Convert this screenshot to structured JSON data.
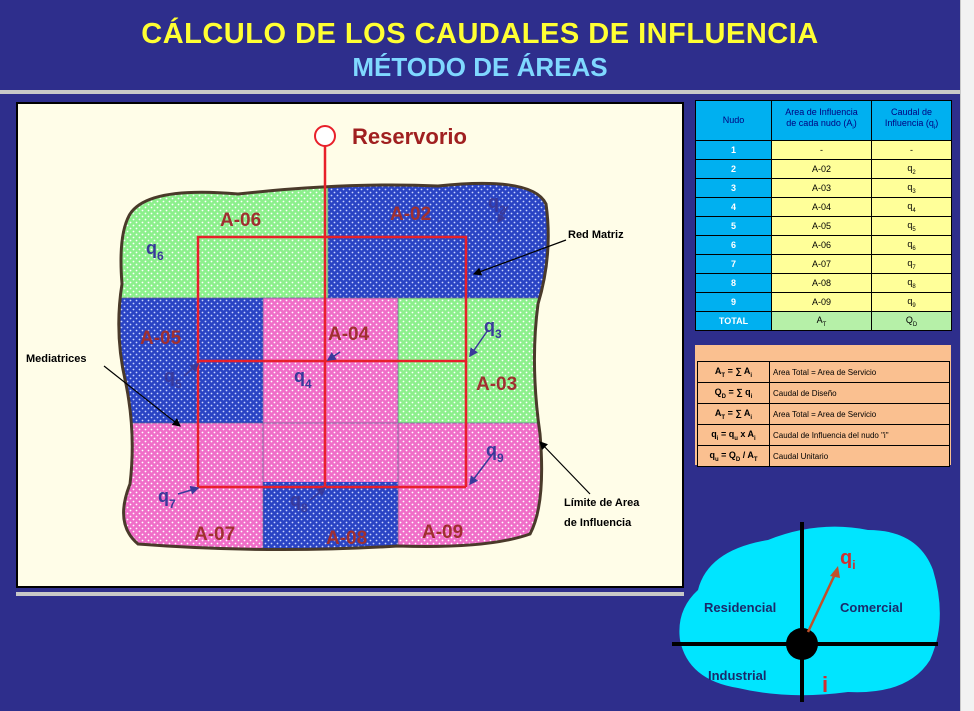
{
  "title_line1": "CÁLCULO DE LOS  CAUDALES DE INFLUENCIA",
  "title_line2": "MÉTODO DE ÁREAS",
  "colors": {
    "background": "#2e2e8c",
    "title1": "#ffff33",
    "title2": "#7fd8ff",
    "green_area": "#78e878",
    "blue_area": "#2a44c4",
    "pink_area": "#f070c8",
    "network": "#e8202a",
    "table_header": "#00b0f0",
    "table_cell": "#ffff99",
    "formula_bg": "#fac090",
    "inset_region": "#00e5ff"
  },
  "diagram": {
    "reservoir_label": "Reservorio",
    "area_labels": [
      "A-06",
      "A-02",
      "A-05",
      "A-04",
      "A-03",
      "A-07",
      "A-08",
      "A-09"
    ],
    "flow_labels": {
      "q6": {
        "base": "q",
        "sub": "6"
      },
      "q2": {
        "base": "q",
        "sub": "2"
      },
      "q3": {
        "base": "q",
        "sub": "3"
      },
      "q5": {
        "base": "q",
        "sub": "5"
      },
      "q4": {
        "base": "q",
        "sub": "4"
      },
      "q9": {
        "base": "q",
        "sub": "9"
      },
      "q7": {
        "base": "q",
        "sub": "7"
      },
      "q8": {
        "base": "q",
        "sub": "8"
      }
    },
    "callout_red_matriz": "Red  Matriz",
    "callout_mediatrices": "Mediatrices",
    "callout_limite_1": "Límite de Area",
    "callout_limite_2": "de Influencia"
  },
  "table": {
    "headers": [
      [
        "Nudo"
      ],
      [
        "Area de Influencia",
        "de cada nudo (A",
        "i",
        ")"
      ],
      [
        "Caudal de",
        "Influencia (q",
        "i",
        ")"
      ]
    ],
    "rows": [
      {
        "nudo": "1",
        "area": "-",
        "caudal": "-"
      },
      {
        "nudo": "2",
        "area": "A-02",
        "caudal": "q",
        "caudal_sub": "2"
      },
      {
        "nudo": "3",
        "area": "A-03",
        "caudal": "q",
        "caudal_sub": "3"
      },
      {
        "nudo": "4",
        "area": "A-04",
        "caudal": "q",
        "caudal_sub": "4"
      },
      {
        "nudo": "5",
        "area": "A-05",
        "caudal": "q",
        "caudal_sub": "5"
      },
      {
        "nudo": "6",
        "area": "A-06",
        "caudal": "q",
        "caudal_sub": "6"
      },
      {
        "nudo": "7",
        "area": "A-07",
        "caudal": "q",
        "caudal_sub": "7"
      },
      {
        "nudo": "8",
        "area": "A-08",
        "caudal": "q",
        "caudal_sub": "8"
      },
      {
        "nudo": "9",
        "area": "A-09",
        "caudal": "q",
        "caudal_sub": "9"
      }
    ],
    "total": {
      "nudo": "TOTAL",
      "area": "A",
      "area_sub": "T",
      "caudal": "Q",
      "caudal_sub": "D"
    }
  },
  "formulas": [
    {
      "f": "A",
      "fs": "T",
      "eq": " = ∑ A",
      "es": "i",
      "desc": "Area Total = Area de Servicio"
    },
    {
      "f": "Q",
      "fs": "D",
      "eq": " = ∑ q",
      "es": "i",
      "desc": "Caudal de Diseño"
    },
    {
      "f": "A",
      "fs": "T",
      "eq": " = ∑ A",
      "es": "i",
      "desc": "Area Total = Area de Servicio"
    },
    {
      "f": "q",
      "fs": "i",
      "eq": " = q",
      "es": "u",
      "eq2": " x A",
      "es2": "i",
      "desc": "Caudal de Influencia del nudo \"i\""
    },
    {
      "f": "q",
      "fs": "u",
      "eq": " = Q",
      "es": "D",
      "eq2": " / A",
      "es2": "T",
      "desc": "Caudal Unitario"
    }
  ],
  "inset": {
    "label_residencial": "Residencial",
    "label_comercial": "Comercial",
    "label_industrial": "Industrial",
    "label_node": "i",
    "label_q": "q",
    "label_q_sub": "i"
  }
}
